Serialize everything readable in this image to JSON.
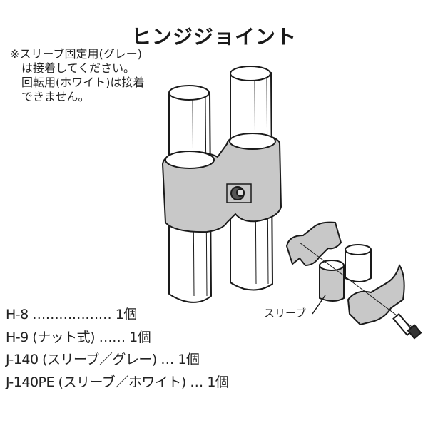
{
  "title": "ヒンジジョイント",
  "note": {
    "lines": [
      "※スリーブ固定用(グレー)",
      "は接着してください。",
      "回転用(ホワイト)は接着",
      "できません。"
    ]
  },
  "illustration": {
    "assembled_label": "hinge-joint-assembled",
    "exploded_label": "スリーブ",
    "colors": {
      "part_fill": "#c8c8c8",
      "line": "#1a1a1a",
      "pipe_fill": "#ffffff"
    }
  },
  "parts": [
    {
      "text": "H-8 ……………… 1個"
    },
    {
      "text": "H-9 (ナット式) …… 1個"
    },
    {
      "text": "J-140 (スリーブ／グレー) … 1個"
    },
    {
      "text": "J-140PE (スリーブ／ホワイト) … 1個"
    }
  ]
}
